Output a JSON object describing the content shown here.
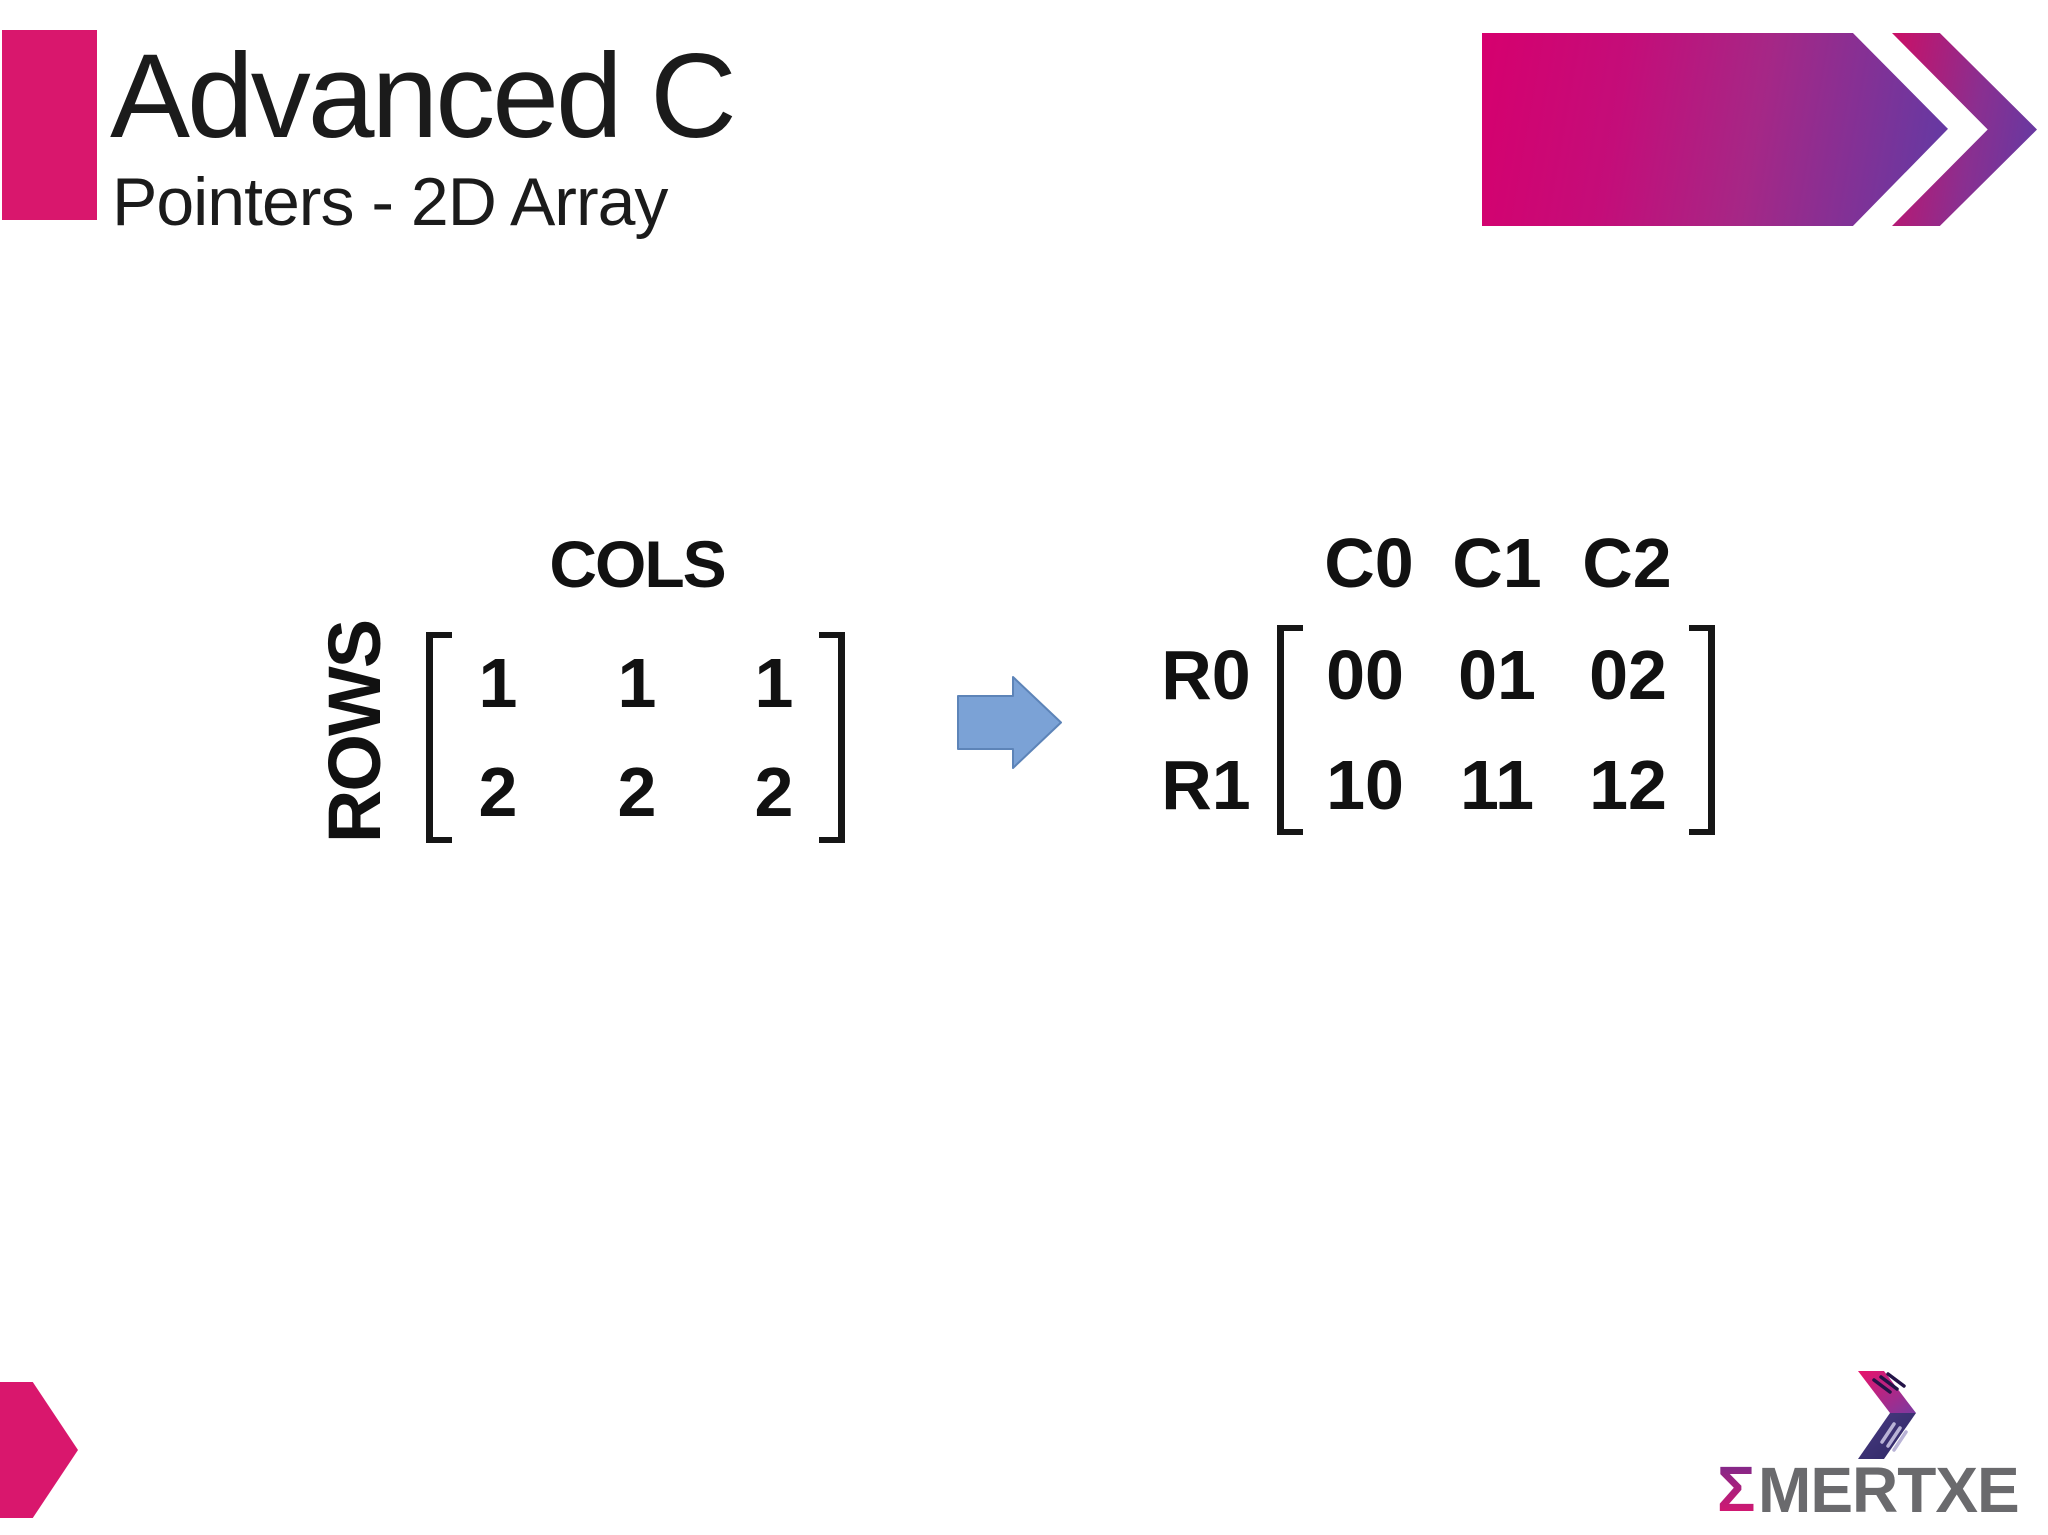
{
  "slide": {
    "title": "Advanced C",
    "subtitle": "Pointers - 2D Array"
  },
  "diagram": {
    "left_matrix": {
      "cols_label": "COLS",
      "rows_label": "ROWS",
      "rows": [
        [
          "1",
          "1",
          "1"
        ],
        [
          "2",
          "2",
          "2"
        ]
      ]
    },
    "arrow_icon": "right-arrow-icon",
    "right_matrix": {
      "col_headers": [
        "C0",
        "C1",
        "C2"
      ],
      "row_headers": [
        "R0",
        "R1"
      ],
      "rows": [
        [
          "00",
          "01",
          "02"
        ],
        [
          "10",
          "11",
          "12"
        ]
      ]
    }
  },
  "logo": {
    "sigma": "Σ",
    "rest": "MERTXE"
  },
  "decorations": {
    "top_right_banner": "gradient-arrow-banner",
    "top_left_block": "pink-block",
    "bottom_left": "pink-arrow",
    "logo_mark": "double-chevron-logo-mark"
  },
  "colors": {
    "accent_pink": "#d9176d",
    "banner_gradient": [
      "#d6006e",
      "#a62786",
      "#5f3ba5"
    ],
    "blue_arrow_fill": "#7ba2d6",
    "blue_arrow_stroke": "#5d84b8",
    "logo_gray": "#6a6a6d",
    "logo_indigo": "#332b6e",
    "text_black": "#161616"
  }
}
